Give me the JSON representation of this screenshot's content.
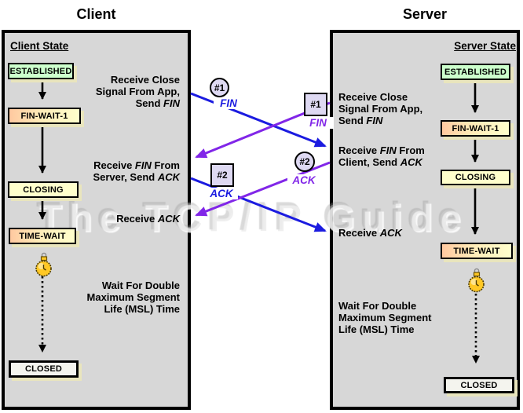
{
  "watermark": "The TCP/IP Guide",
  "client": {
    "title": "Client",
    "state_label": "Client State",
    "states": [
      {
        "name": "ESTABLISHED"
      },
      {
        "name": "FIN-WAIT-1"
      },
      {
        "name": "CLOSING"
      },
      {
        "name": "TIME-WAIT"
      },
      {
        "name": "CLOSED"
      }
    ],
    "annotations": [
      {
        "lines": [
          [
            {
              "t": "Receive Close"
            }
          ],
          [
            {
              "t": "Signal From App,"
            }
          ],
          [
            {
              "t": "Send "
            },
            {
              "t": "FIN",
              "i": true
            }
          ]
        ]
      },
      {
        "lines": [
          [
            {
              "t": "Receive "
            },
            {
              "t": "FIN",
              "i": true
            },
            {
              "t": " From"
            }
          ],
          [
            {
              "t": "Server, Send "
            },
            {
              "t": "ACK",
              "i": true
            }
          ]
        ]
      },
      {
        "lines": [
          [
            {
              "t": "Receive "
            },
            {
              "t": "ACK",
              "i": true
            }
          ]
        ]
      },
      {
        "lines": [
          [
            {
              "t": "Wait For Double"
            }
          ],
          [
            {
              "t": "Maximum Segment"
            }
          ],
          [
            {
              "t": "Life (MSL) Time"
            }
          ]
        ]
      }
    ]
  },
  "server": {
    "title": "Server",
    "state_label": "Server State",
    "states": [
      {
        "name": "ESTABLISHED"
      },
      {
        "name": "FIN-WAIT-1"
      },
      {
        "name": "CLOSING"
      },
      {
        "name": "TIME-WAIT"
      },
      {
        "name": "CLOSED"
      }
    ],
    "annotations": [
      {
        "lines": [
          [
            {
              "t": "Receive Close"
            }
          ],
          [
            {
              "t": "Signal From App,"
            }
          ],
          [
            {
              "t": "Send "
            },
            {
              "t": "FIN",
              "i": true
            }
          ]
        ]
      },
      {
        "lines": [
          [
            {
              "t": "Receive "
            },
            {
              "t": "FIN",
              "i": true
            },
            {
              "t": " From"
            }
          ],
          [
            {
              "t": "Client, Send "
            },
            {
              "t": "ACK",
              "i": true
            }
          ]
        ]
      },
      {
        "lines": [
          [
            {
              "t": "Receive "
            },
            {
              "t": "ACK",
              "i": true
            }
          ]
        ]
      },
      {
        "lines": [
          [
            {
              "t": "Wait For Double"
            }
          ],
          [
            {
              "t": "Maximum Segment"
            }
          ],
          [
            {
              "t": "Life (MSL) Time"
            }
          ]
        ]
      }
    ]
  },
  "messages": [
    {
      "tag": "#1",
      "name": "FIN",
      "origin": "client",
      "shape": "circle",
      "color": "#1b1be0"
    },
    {
      "tag": "#1",
      "name": "FIN",
      "origin": "server",
      "shape": "square",
      "color": "#8126e8"
    },
    {
      "tag": "#2",
      "name": "ACK",
      "origin": "client",
      "shape": "square",
      "color": "#1b1be0"
    },
    {
      "tag": "#2",
      "name": "ACK",
      "origin": "server",
      "shape": "circle",
      "color": "#8126e8"
    }
  ],
  "colors": {
    "panel_fill": "#d7d7d7",
    "established_fill": "#ccffcc",
    "wait_state_fill_left": "#ffc9a0",
    "wait_state_fill_right": "#ffffcc",
    "closing_fill": "#ffffcc",
    "closed_fill": "#f4f4ee",
    "box_shadow": "#e9e5bd",
    "badge_fill": "#ded9f2",
    "client_message_color": "#1b1be0",
    "server_message_color": "#8126e8",
    "clock_face": "#ffc825"
  }
}
